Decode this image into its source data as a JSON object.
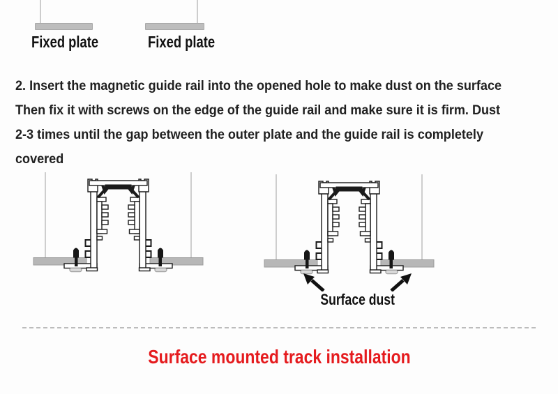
{
  "header": {
    "fixed_plate_labels": [
      "Fixed plate",
      "Fixed plate"
    ]
  },
  "instructions": {
    "lines": [
      "2. Insert the magnetic guide rail into the opened hole to make dust on the surface",
      "Then fix it with screws on the edge of the guide rail and make sure it is firm. Dust",
      "2-3 times until the gap between the outer plate and the guide rail is completely",
      "covered"
    ]
  },
  "diagrams": {
    "surface_dust_label": "Surface dust",
    "items": [
      "recessed-magnetic-track-cross-section-left",
      "recessed-magnetic-track-cross-section-right"
    ]
  },
  "footer": {
    "title": "Surface mounted track installation"
  },
  "colors": {
    "title_red": "#e51b1e",
    "plate_gray": "#b7b7b7",
    "wire_gray": "#c9c9c9",
    "outline_black": "#1b1b1b",
    "dash_gray": "#bcbcbc",
    "text_black": "#202020"
  }
}
